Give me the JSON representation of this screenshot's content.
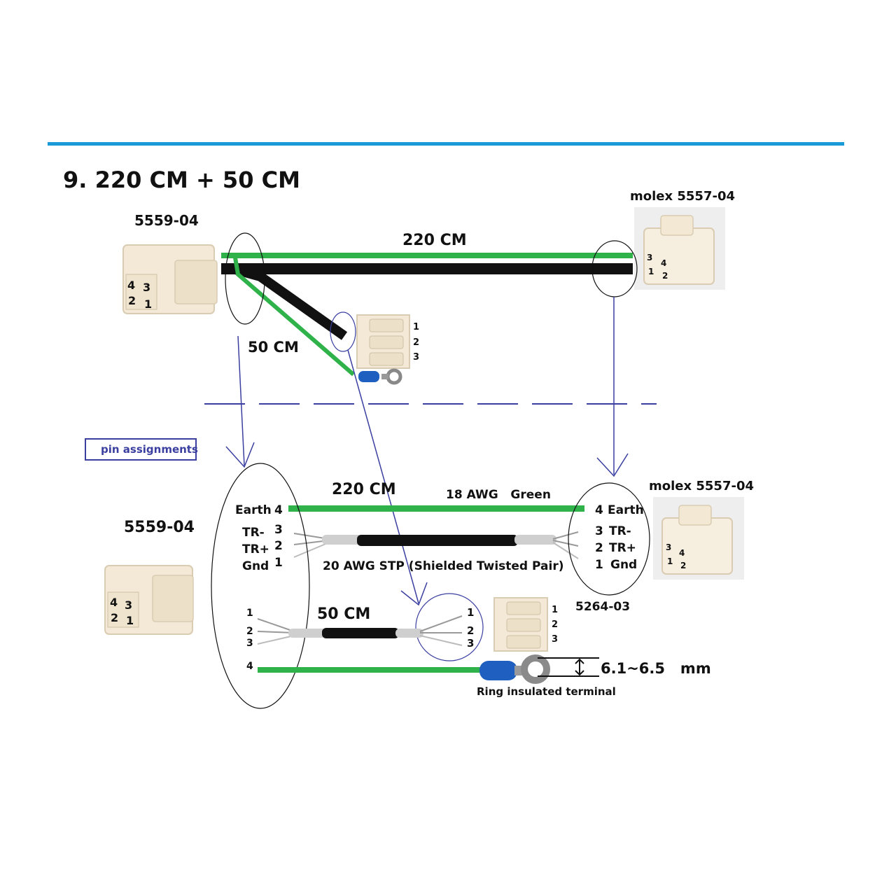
{
  "title": "9. 220 CM + 50 CM",
  "colors": {
    "header_rule": "#1a9ad6",
    "wire_green": "#2fb24a",
    "wire_black": "#111111",
    "annotation_blue": "#3a3fa0",
    "connector_body": "#f3e9d6",
    "connector_shadow": "#d9ccb2",
    "terminal_blue": "#1f5fbf"
  },
  "top": {
    "left_connector": "5559-04",
    "left_pins": [
      "4",
      "3",
      "2",
      "1"
    ],
    "right_connector": "molex 5557-04",
    "right_pins": [
      "3",
      "4",
      "1",
      "2"
    ],
    "long_cable": "220 CM",
    "short_cable": "50 CM",
    "small_conn_pins": [
      "1",
      "2",
      "3"
    ]
  },
  "pin_assignments_label": "pin assignments",
  "bottom": {
    "left_connector": "5559-04",
    "left_pins": [
      "4",
      "3",
      "2",
      "1"
    ],
    "right_connector": "molex 5557-04",
    "right_pins": [
      "3",
      "4",
      "1",
      "2"
    ],
    "long_cable": "220 CM",
    "green_wire_label": "18 AWG   Green",
    "stp_label": "20 AWG STP (Shielded Twisted Pair)",
    "left_signals": [
      {
        "name": "Earth",
        "pin": "4"
      },
      {
        "name": "TR-",
        "pin": "3"
      },
      {
        "name": "TR+",
        "pin": "2"
      },
      {
        "name": "Gnd",
        "pin": "1"
      }
    ],
    "right_signals": [
      {
        "pin": "4",
        "name": "Earth"
      },
      {
        "pin": "3",
        "name": "TR-"
      },
      {
        "pin": "2",
        "name": "TR+"
      },
      {
        "pin": "1",
        "name": "Gnd"
      }
    ],
    "short_cable": "50 CM",
    "short_left_pins": [
      "1",
      "2",
      "3",
      "4"
    ],
    "short_right_pins": [
      "1",
      "2",
      "3"
    ],
    "small_conn_pins": [
      "1",
      "2",
      "3"
    ],
    "small_connector": "5264-03",
    "ring_label": "Ring insulated terminal",
    "ring_dimension": "6.1~6.5   mm"
  }
}
